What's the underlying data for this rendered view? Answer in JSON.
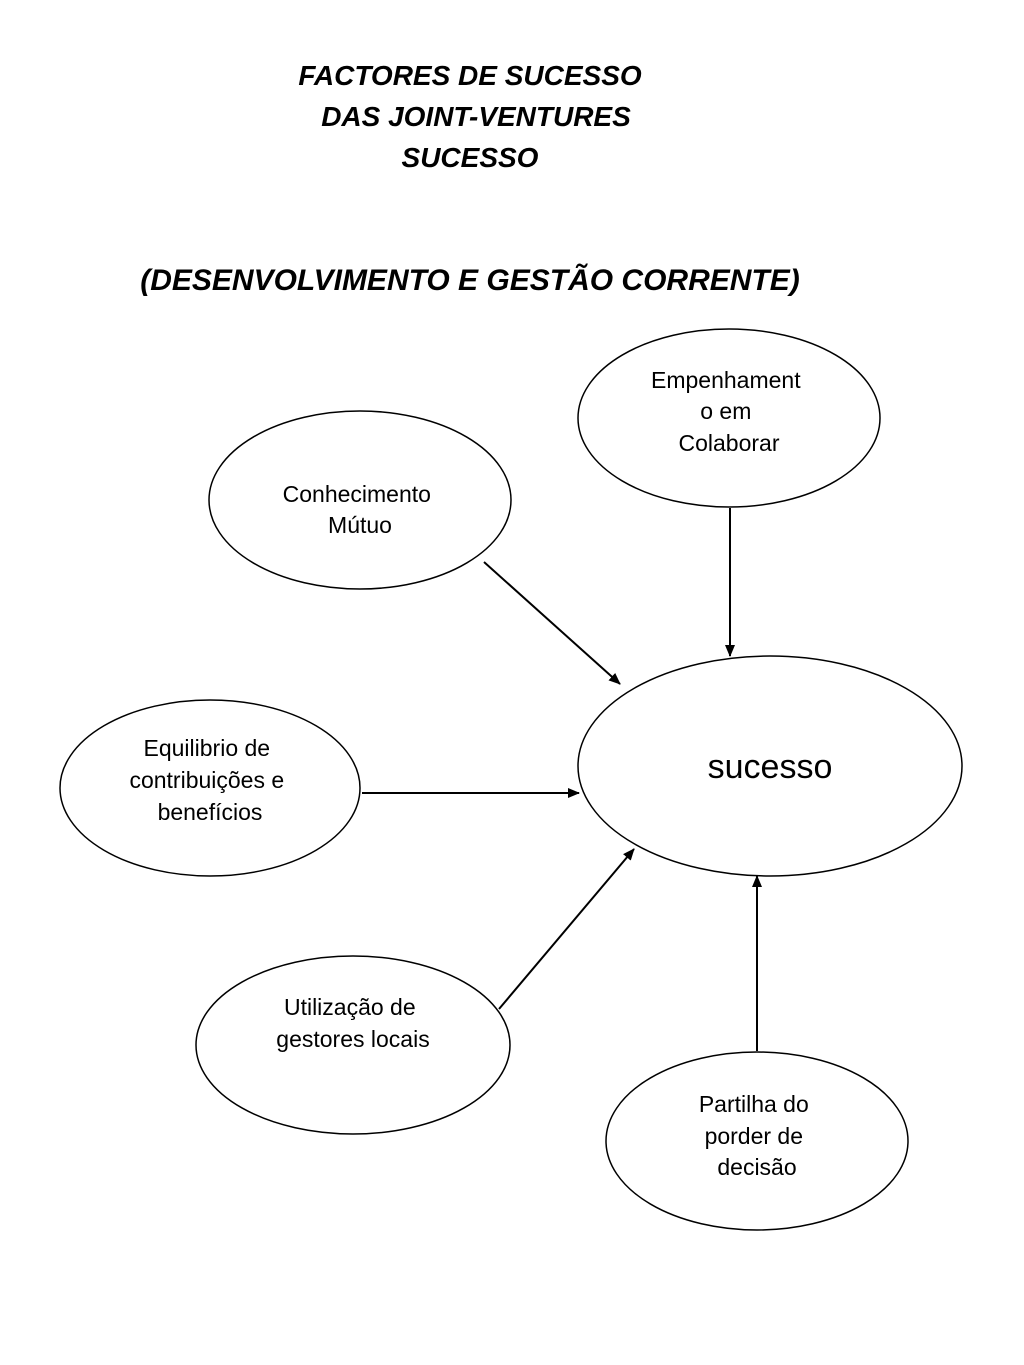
{
  "title": {
    "line1": "FACTORES DE SUCESSO",
    "line2": "DAS JOINT-VENTURES",
    "line3": "SUCESSO"
  },
  "subtitle": "(DESENVOLVIMENTO E GESTÃO CORRENTE)",
  "center": {
    "label": "sucesso"
  },
  "nodes": [
    {
      "id": "empenhamento",
      "lines": [
        "Empenhament",
        "o em",
        "Colaborar"
      ]
    },
    {
      "id": "conhecimento",
      "lines": [
        "Conhecimento",
        "Mútuo"
      ]
    },
    {
      "id": "equilibrio",
      "lines": [
        "Equilibrio de",
        "contribuições e",
        "benefícios"
      ]
    },
    {
      "id": "utilizacao",
      "lines": [
        "Utilização de",
        "gestores locais"
      ]
    },
    {
      "id": "partilha",
      "lines": [
        "Partilha do",
        "porder de",
        "decisão"
      ]
    }
  ],
  "colors": {
    "stroke": "#000000",
    "background": "#ffffff"
  }
}
